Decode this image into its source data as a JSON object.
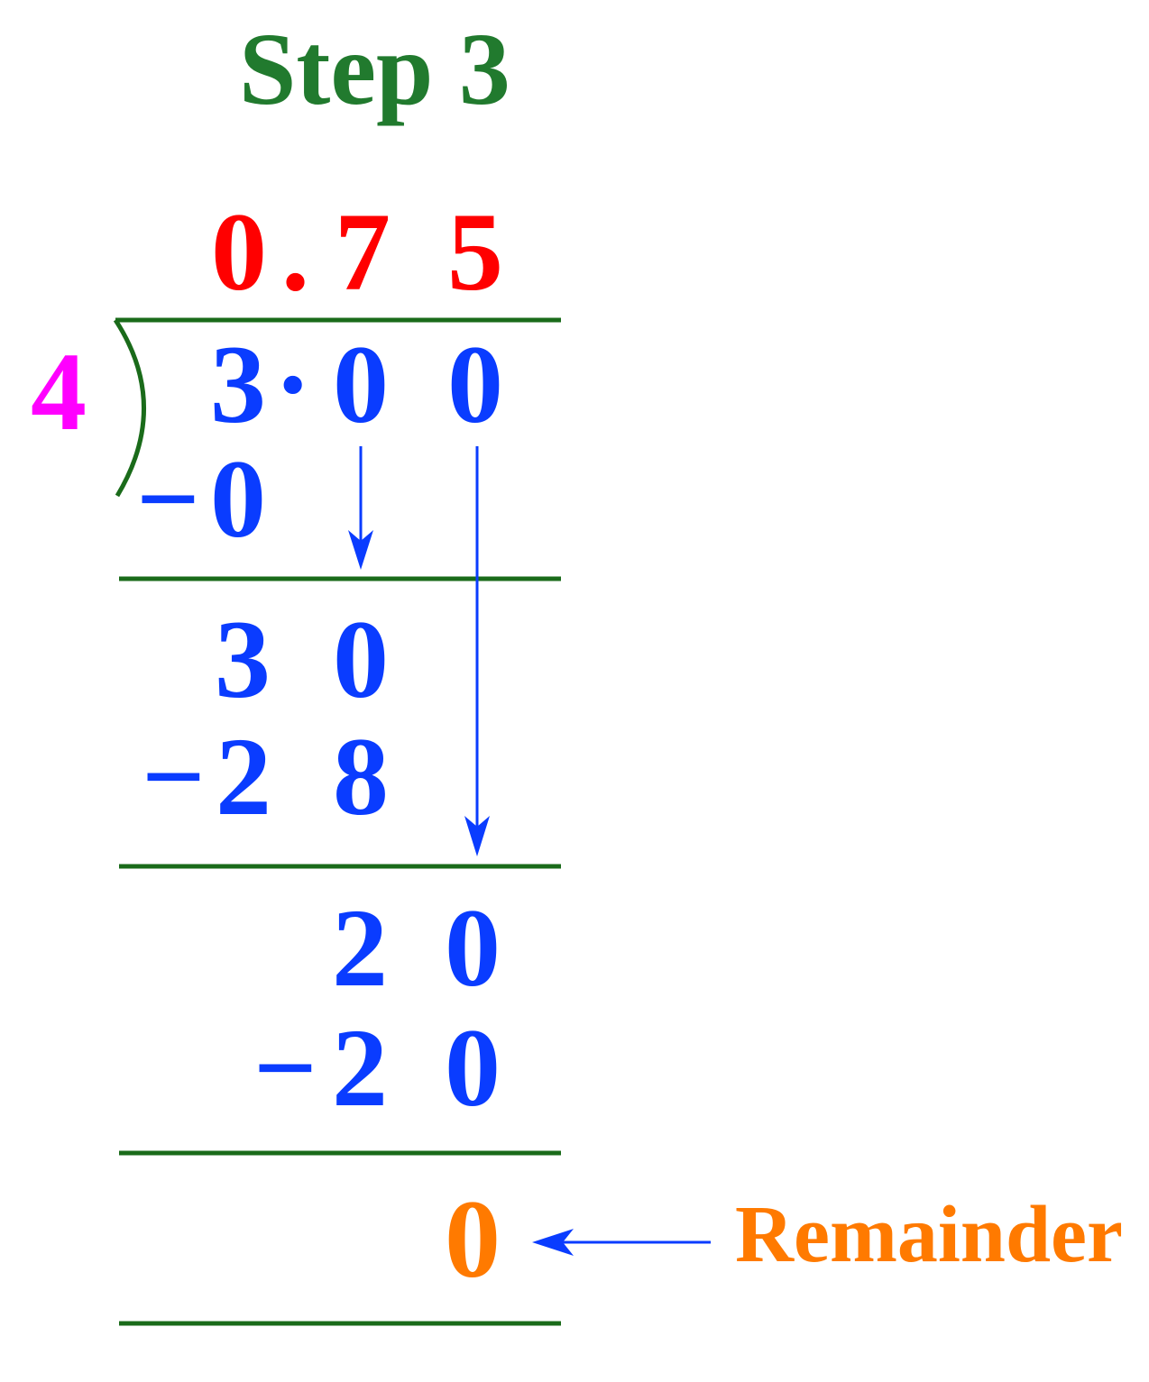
{
  "title": "Step 3",
  "divisor": "4",
  "quotient": [
    "0",
    ".",
    "7",
    "5"
  ],
  "dividend": [
    "3",
    "·",
    "0",
    "0"
  ],
  "steps": [
    {
      "subtract": "0",
      "bring_down": "30"
    },
    {
      "subtract": "28",
      "bring_down": "20"
    },
    {
      "subtract": "20"
    }
  ],
  "rows": {
    "sub1": [
      "−",
      "0"
    ],
    "row2": [
      "3",
      "0"
    ],
    "sub2": [
      "−",
      "2",
      "8"
    ],
    "row3": [
      "2",
      "0"
    ],
    "sub3": [
      "−",
      "2",
      "0"
    ]
  },
  "remainder": "0",
  "remainder_label": "Remainder",
  "colors": {
    "line": "#1a6b1a",
    "digits": "#0a3cff",
    "quotient": "#ff0000",
    "divisor": "#ff00ff",
    "remainder": "#ff7a00",
    "title": "#217a2e"
  }
}
